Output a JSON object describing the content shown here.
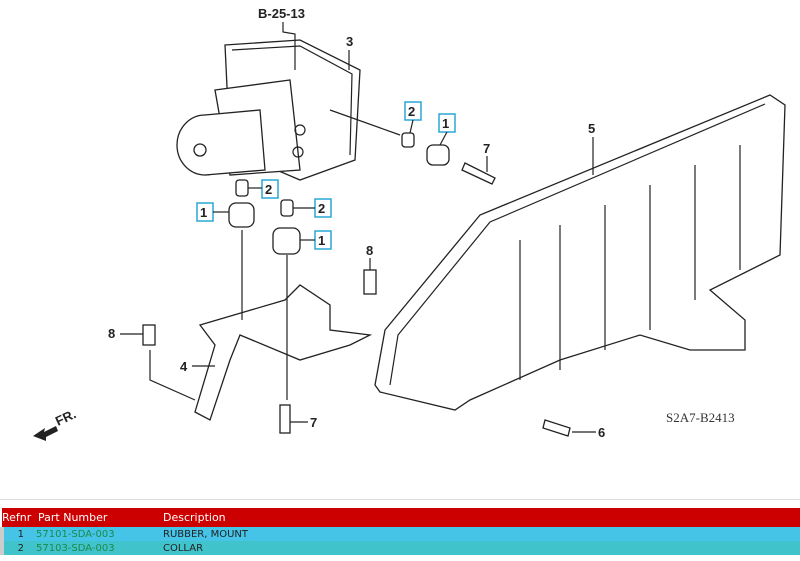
{
  "diagram": {
    "ref_label": "B-25-13",
    "drawing_code": "S2A7-B2413",
    "direction_label": "FR.",
    "callouts": [
      "1",
      "2",
      "3",
      "4",
      "5",
      "6",
      "7",
      "8"
    ]
  },
  "table": {
    "headers": {
      "refnr": "Refnr",
      "part_number": "Part Number",
      "description": "Description"
    },
    "rows": [
      {
        "refnr": "1",
        "part_number": "57101-SDA-003",
        "description": "RUBBER, MOUNT"
      },
      {
        "refnr": "2",
        "part_number": "57103-SDA-003",
        "description": "COLLAR"
      }
    ]
  },
  "colors": {
    "header": "#cc0000",
    "row1": "#45c4e8",
    "row2": "#41c3cc",
    "part_link": "#1b8a4a"
  }
}
